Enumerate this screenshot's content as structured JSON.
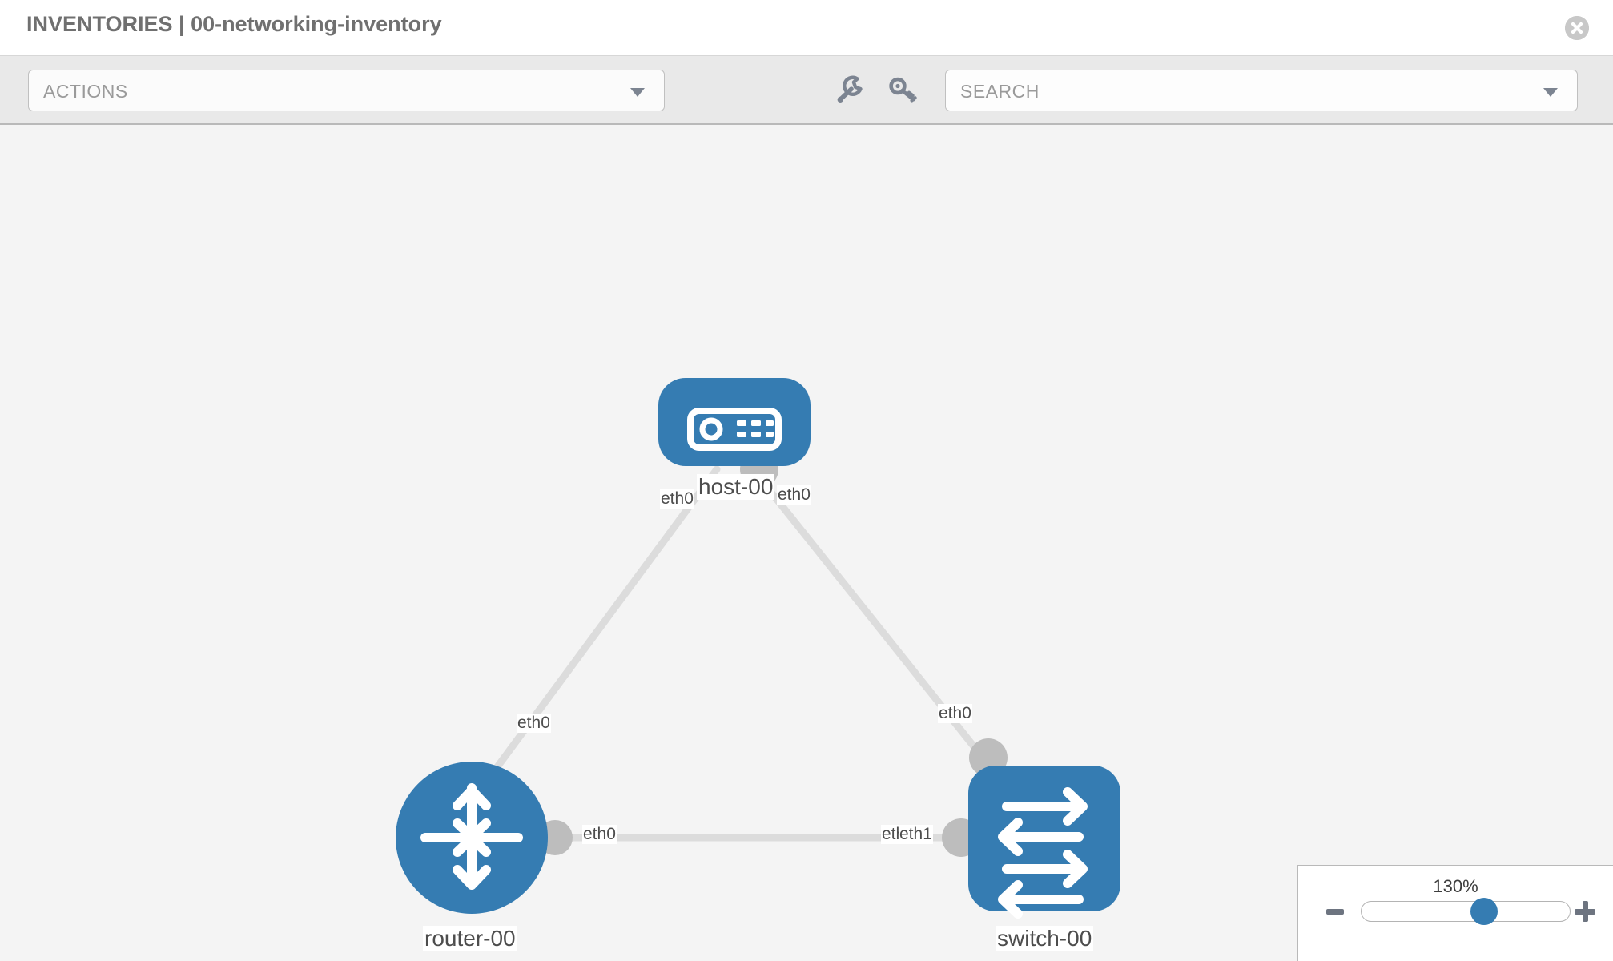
{
  "header": {
    "title": "INVENTORIES | 00-networking-inventory",
    "close_icon": "close-circle-icon"
  },
  "toolbar": {
    "actions_label": "ACTIONS",
    "actions_caret": "chevron-down-icon",
    "wrench_icon": "wrench-icon",
    "key_icon": "key-icon",
    "search_placeholder": "SEARCH",
    "search_value": "",
    "search_caret": "chevron-down-icon"
  },
  "topology": {
    "nodes": [
      {
        "id": "host-00",
        "label": "host-00",
        "icon": "server-icon",
        "shape": "rounded-rect",
        "color": "#357cb2"
      },
      {
        "id": "router-00",
        "label": "router-00",
        "icon": "router-icon",
        "shape": "circle",
        "color": "#357cb2"
      },
      {
        "id": "switch-00",
        "label": "switch-00",
        "icon": "switch-icon",
        "shape": "rounded-rect",
        "color": "#357cb2"
      }
    ],
    "links": [
      {
        "from": "host-00",
        "from_iface": "eth0",
        "to": "router-00",
        "to_iface": "eth0"
      },
      {
        "from": "host-00",
        "from_iface": "eth0",
        "to": "switch-00",
        "to_iface": "eth0"
      },
      {
        "from": "router-00",
        "from_iface": "eth0",
        "to": "switch-00",
        "to_iface": "eth1"
      }
    ],
    "interface_labels": {
      "host_left": "eth0",
      "host_right": "eth0",
      "router_upper": "eth0",
      "switch_upper": "eth0",
      "router_right": "eth0",
      "switch_left_hidden": "eth0",
      "switch_left": "eth1"
    },
    "colors": {
      "node_blue": "#357cb2",
      "link_gray": "#dadada",
      "connector_gray": "#bdbdbd",
      "canvas_bg": "#f4f4f4"
    }
  },
  "zoom_control": {
    "level": "130%",
    "minus_label": "zoom-out",
    "plus_label": "zoom-in",
    "slider_percent": 60
  }
}
